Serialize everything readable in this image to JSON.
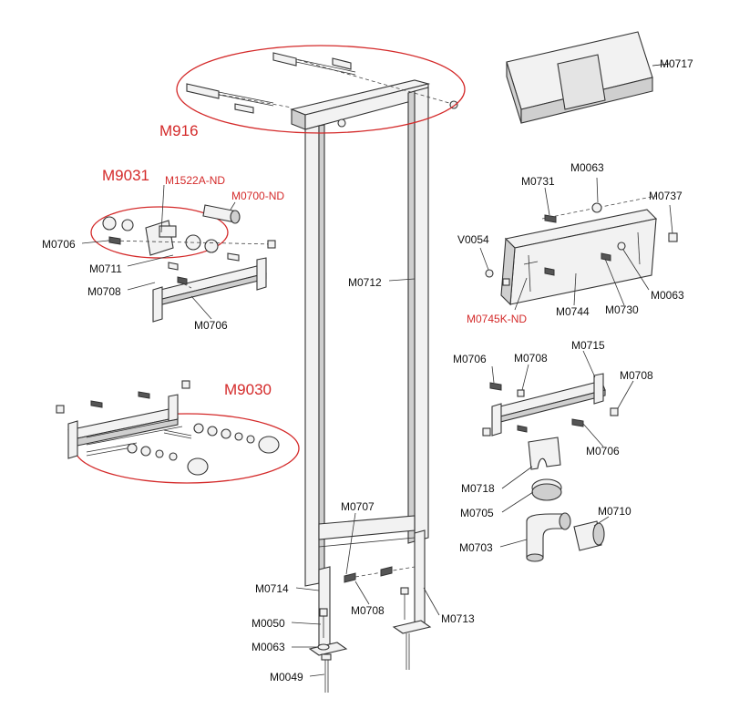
{
  "colors": {
    "red": "#d42a2a",
    "line": "#333333",
    "part_fill": "#f2f2f2",
    "part_shade": "#cfcfcf"
  },
  "groups": {
    "m916": "M916",
    "m9031": "M9031",
    "m9030": "M9030"
  },
  "labels": {
    "m0717": "M0717",
    "m0063_top": "M0063",
    "m0731": "M0731",
    "m0737": "M0737",
    "v0054": "V0054",
    "m0063_right": "M0063",
    "m0745k": "M0745K-ND",
    "m0744": "M0744",
    "m0730": "M0730",
    "m1522a": "M1522A-ND",
    "m0700": "M0700-ND",
    "m0706_a": "M0706",
    "m0711": "M0711",
    "m0708_a": "M0708",
    "m0706_b": "M0706",
    "m0712": "M0712",
    "m0706_c": "M0706",
    "m0708_b": "M0708",
    "m0715": "M0715",
    "m0708_c": "M0708",
    "m0706_d": "M0706",
    "m0718": "M0718",
    "m0705": "M0705",
    "m0703": "M0703",
    "m0710": "M0710",
    "m0707": "M0707",
    "m0714": "M0714",
    "m0708_d": "M0708",
    "m0713": "M0713",
    "m0050": "M0050",
    "m0063_bottom": "M0063",
    "m0049": "M0049"
  }
}
